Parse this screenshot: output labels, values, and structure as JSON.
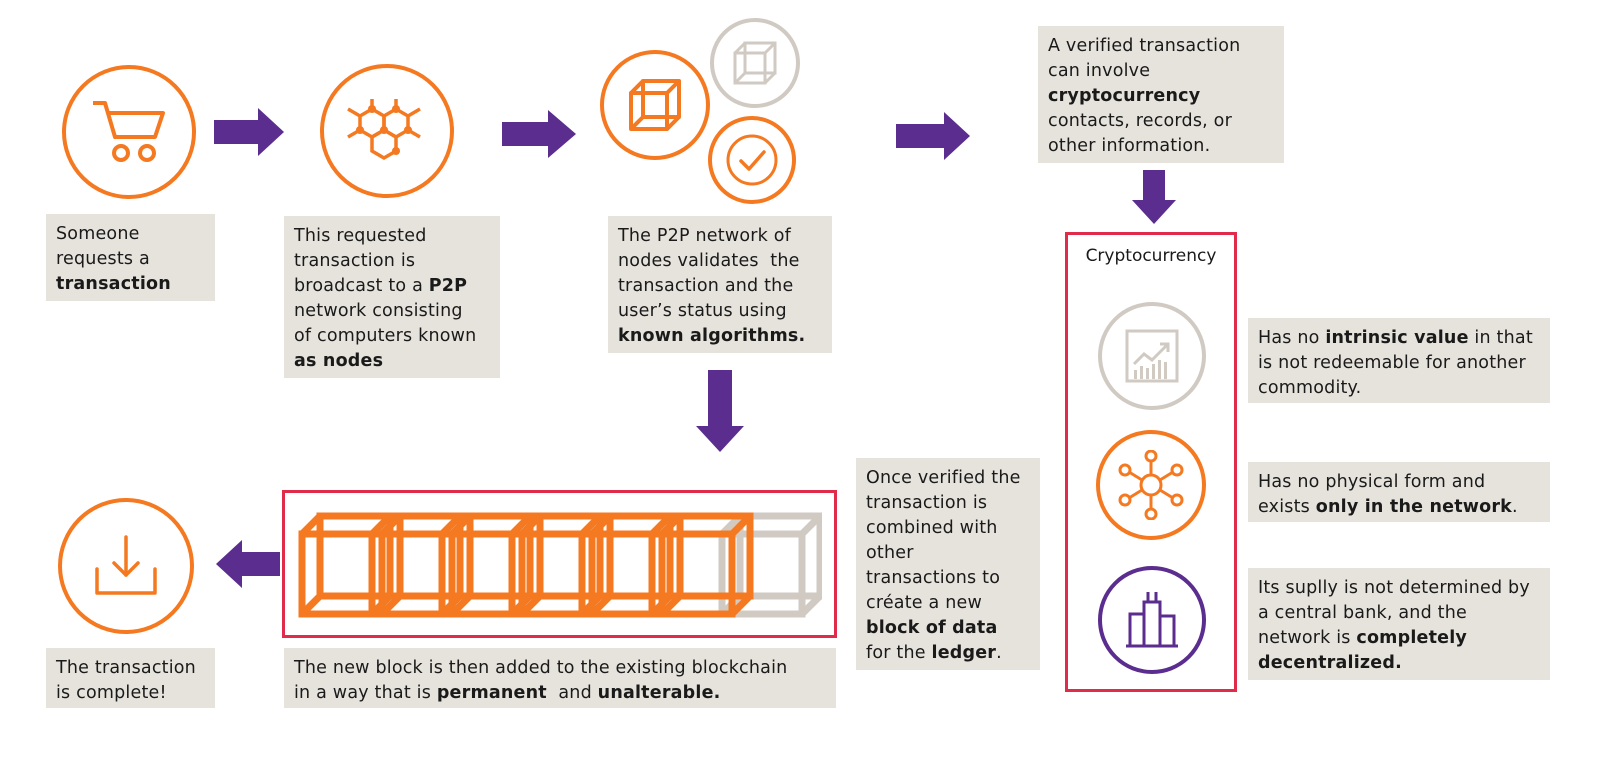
{
  "steps": {
    "request": {
      "line1": "Someone",
      "line2": "requests a",
      "bold": "transaction"
    },
    "broadcast": {
      "l1": "This requested",
      "l2": "transaction is",
      "l3a": "broadcast to a ",
      "l3b": "P2P",
      "l4": "network consisting",
      "l5": "of computers known",
      "l6": "as nodes"
    },
    "validate": {
      "l1": "The P2P network of",
      "l2": "nodes validates  the",
      "l3": "transaction and the",
      "l4": "user’s status using",
      "l5": "known algorithms."
    },
    "verified": {
      "l1": "A verified transaction",
      "l2": "can involve",
      "l3": "cryptocurrency",
      "l4": "contacts, records, or",
      "l5": "other information."
    },
    "combined": {
      "l1": "Once verified the",
      "l2": "transaction is",
      "l3": "combined with",
      "l4": "other",
      "l5": "transactions to",
      "l6": "créate a new",
      "l7": "block of data",
      "l8a": "for the ",
      "l8b": "ledger",
      "l8c": "."
    },
    "added": {
      "l1": "The new block is then added to the existing blockchain",
      "l2a": "in a way that is ",
      "l2b": "permanent",
      "l2c": "  and ",
      "l2d": "unalterable."
    },
    "complete": {
      "l1": "The transaction",
      "l2": "is complete!"
    }
  },
  "crypto": {
    "title": "Cryptocurrency",
    "facts": [
      {
        "a": "Has no ",
        "b": "intrinsic value",
        "c": " in that",
        "l2": "is not redeemable for another",
        "l3": "commodity."
      },
      {
        "l1": "Has no physical form and",
        "a": "exists ",
        "b": "only in the network",
        "c": "."
      },
      {
        "l1": "Its suplly is not determined by",
        "l2": "a central bank, and the",
        "a": "network is ",
        "b": "completely",
        "l4": "decentralized."
      }
    ]
  },
  "colors": {
    "orange": "#f47920",
    "purple": "#5b2d8e",
    "gray": "#d0cac3",
    "red": "#e02b4a",
    "box": "#e6e2dc"
  },
  "icons": [
    "cart-icon",
    "network-nodes-icon",
    "cube-icon",
    "gray-cube-icon",
    "check-icon",
    "arrow-icon",
    "chart-icon",
    "hub-icon",
    "buildings-icon",
    "download-icon"
  ]
}
